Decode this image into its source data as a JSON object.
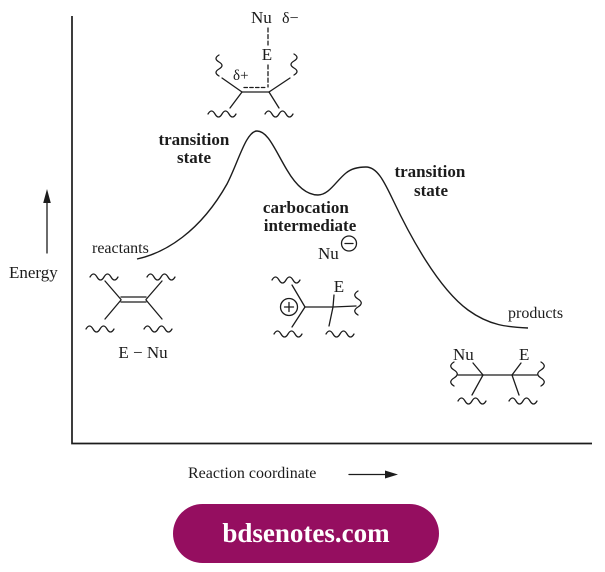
{
  "axes": {
    "y_label": "Energy",
    "x_label": "Reaction coordinate"
  },
  "labels": {
    "reactants": "reactants",
    "products": "products",
    "transition_state_1": {
      "line1": "transition",
      "line2": "state"
    },
    "transition_state_2": {
      "line1": "transition",
      "line2": "state"
    },
    "intermediate": {
      "line1": "carbocation",
      "line2": "intermediate"
    },
    "anion": "Nu"
  },
  "structures": {
    "ts_top": {
      "nu": "Nu",
      "delta_minus": "δ−",
      "e": "E",
      "delta_plus": "δ+"
    },
    "reactant": {
      "label": "E − Nu"
    },
    "intermediate": {
      "e": "E"
    },
    "product": {
      "nu": "Nu",
      "e": "E"
    }
  },
  "icons": {
    "energy_arrow": "up-arrow",
    "reaction_arrow": "right-arrow",
    "cation_charge": "circled-plus",
    "anion_charge": "circled-minus"
  },
  "colors": {
    "ink": "#1c1c1c",
    "banner_bg": "#950e60",
    "banner_text": "#ffffff"
  },
  "banner": {
    "label": "bdsenotes.com"
  }
}
